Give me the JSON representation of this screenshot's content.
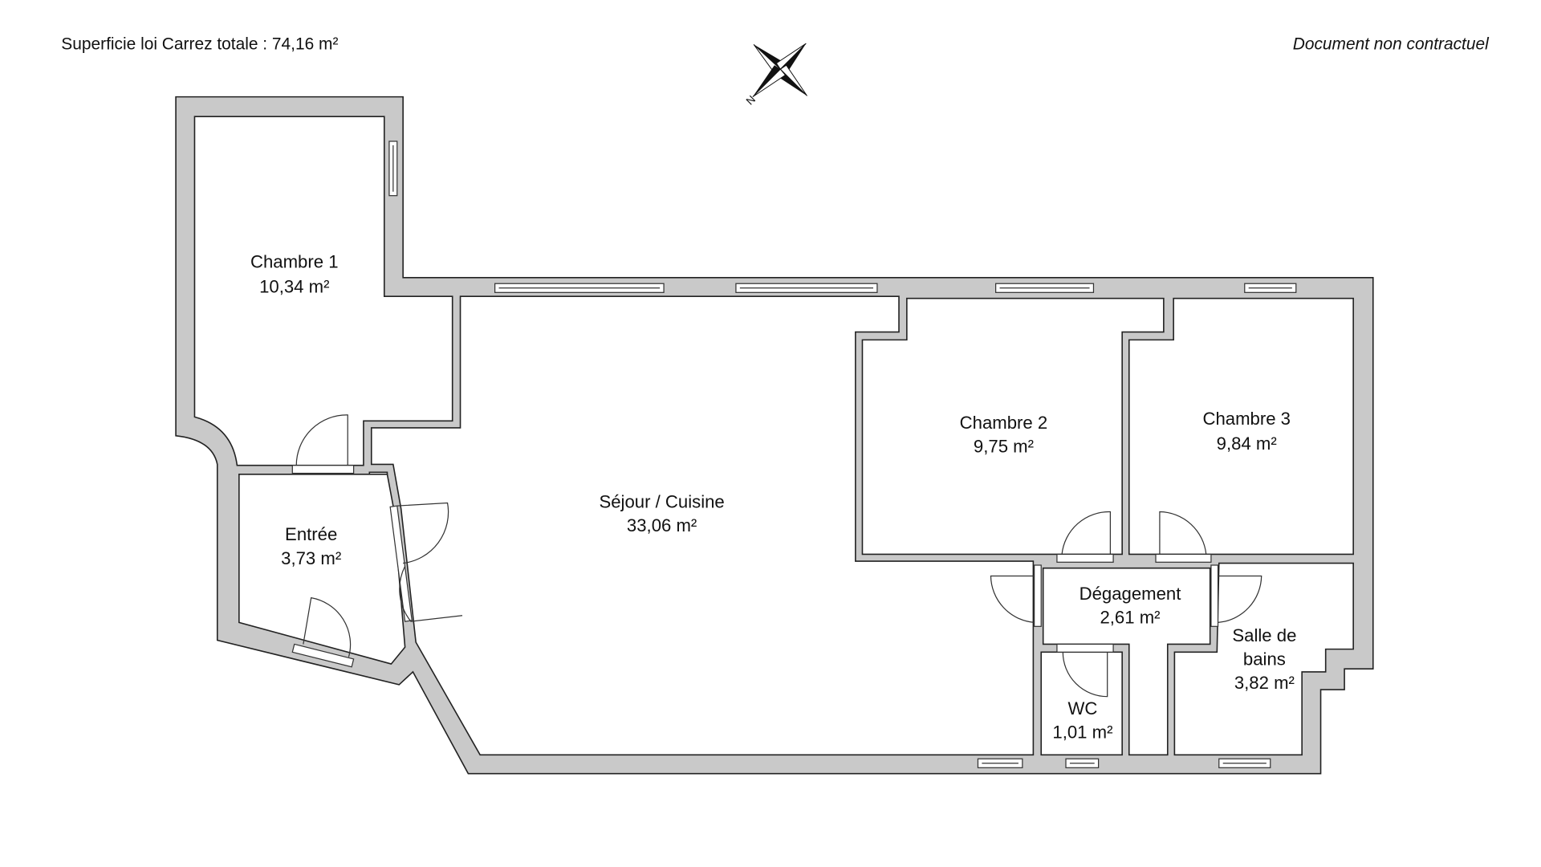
{
  "header": {
    "total_area": "Superficie loi Carrez totale :  74,16 m²",
    "disclaimer": "Document non contractuel"
  },
  "compass": {
    "north_label": "N"
  },
  "rooms": {
    "chambre1": {
      "name": "Chambre 1",
      "area": "10,34 m²"
    },
    "sejour": {
      "name": "Séjour / Cuisine",
      "area": "33,06 m²"
    },
    "chambre2": {
      "name": "Chambre 2",
      "area": "9,75 m²"
    },
    "chambre3": {
      "name": "Chambre 3",
      "area": "9,84 m²"
    },
    "entree": {
      "name": "Entrée",
      "area": "3,73 m²"
    },
    "degagement": {
      "name": "Dégagement",
      "area": "2,61 m²"
    },
    "salle_de_bains": {
      "name_line1": "Salle de",
      "name_line2": "bains",
      "area": "3,82 m²"
    },
    "wc": {
      "name": "WC",
      "area": "1,01 m²"
    }
  },
  "colors": {
    "wall": "#c9c9c9",
    "line": "#222222"
  }
}
